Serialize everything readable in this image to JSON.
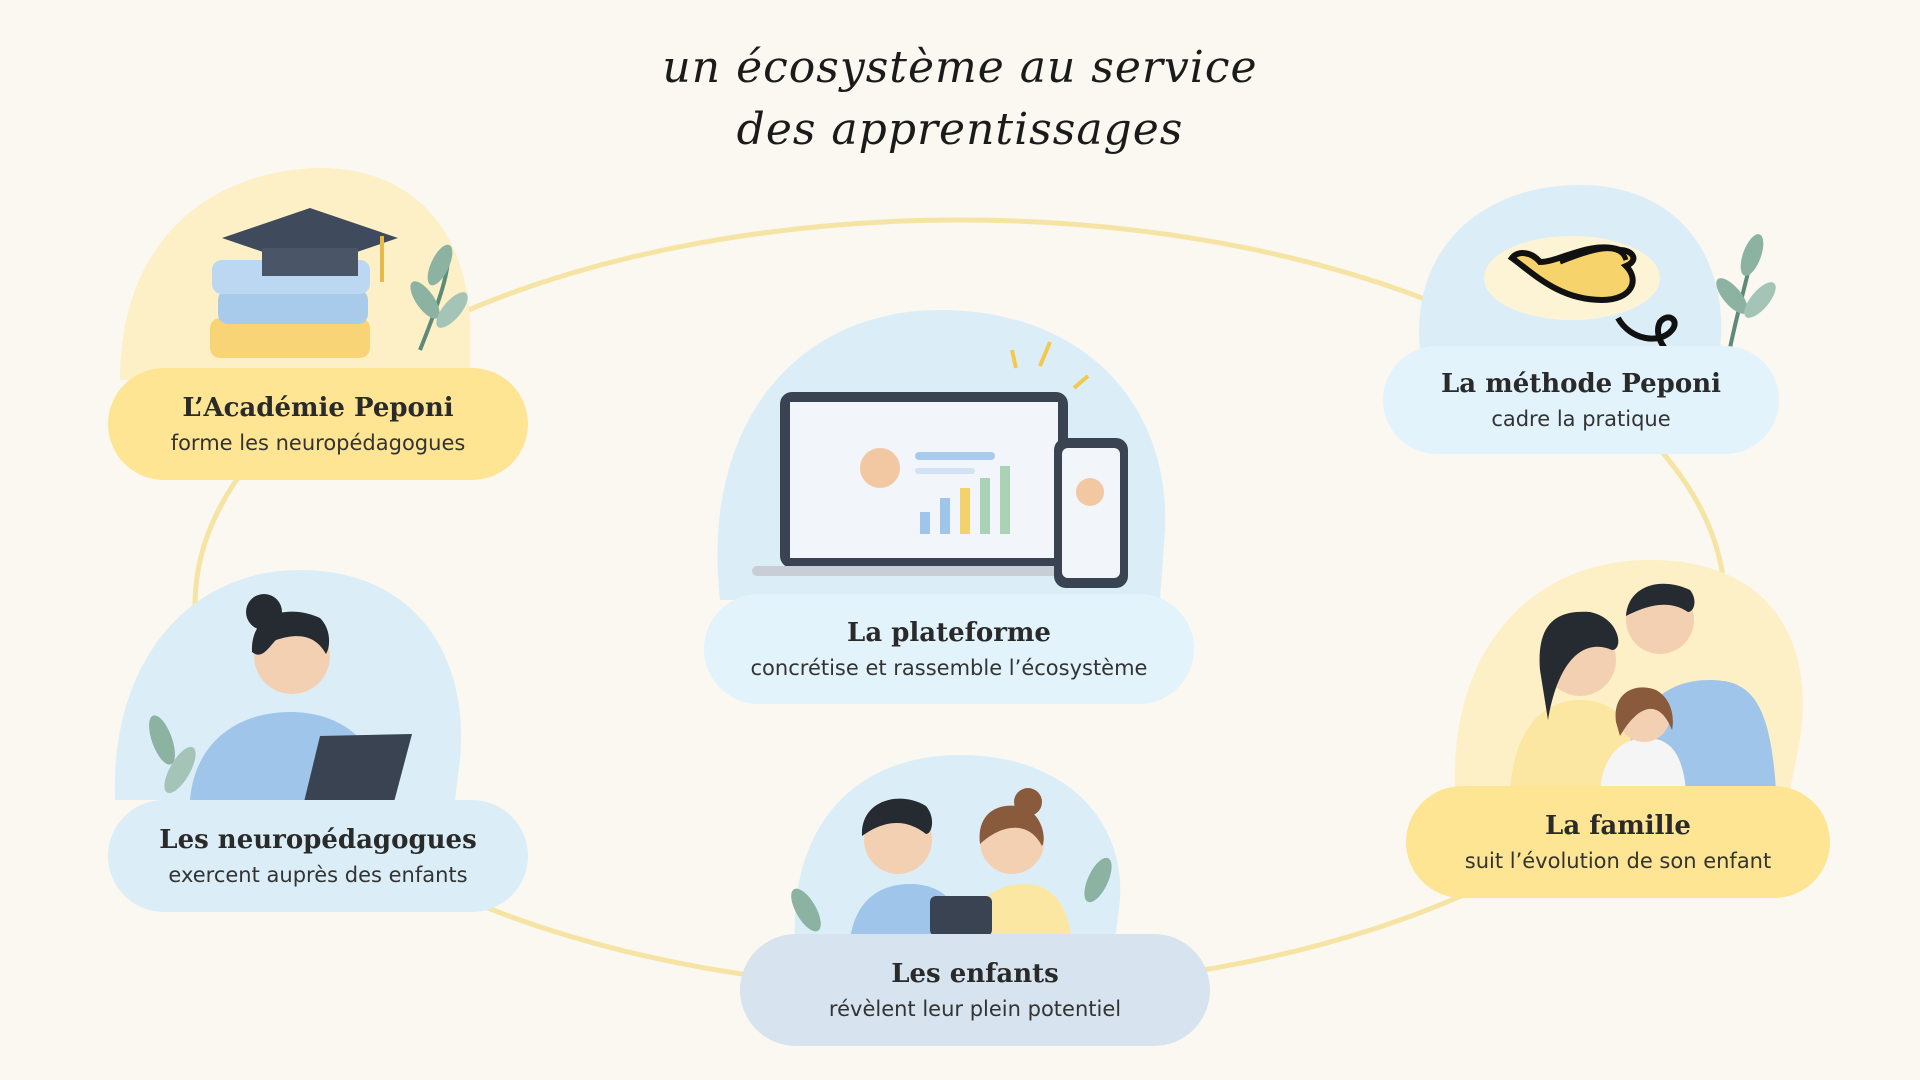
{
  "title": {
    "line1": "un écosystème au service",
    "line2": "des apprentissages"
  },
  "nodes": {
    "academie": {
      "name": "L’Académie Peponi",
      "desc": "forme les neuropédagogues"
    },
    "methode": {
      "name": "La méthode Peponi",
      "desc": "cadre la pratique"
    },
    "plateforme": {
      "name": "La plateforme",
      "desc": "concrétise et rassemble l’écosystème"
    },
    "neuropedagogues": {
      "name": "Les neuropédagogues",
      "desc": "exercent auprès des enfants"
    },
    "famille": {
      "name": "La famille",
      "desc": "suit l’évolution de son enfant"
    },
    "enfants": {
      "name": "Les enfants",
      "desc": "révèlent leur plein potentiel"
    }
  },
  "colors": {
    "background": "#faf8f0",
    "yellow": "#fde594",
    "blue": "#dbeef8",
    "slate": "#d7e3ee",
    "ring": "#f6e4a4"
  },
  "icons": [
    "graduation-cap-icon",
    "bird-icon",
    "laptop-phone-icon",
    "teacher-laptop-icon",
    "family-icon",
    "children-tablet-icon"
  ]
}
